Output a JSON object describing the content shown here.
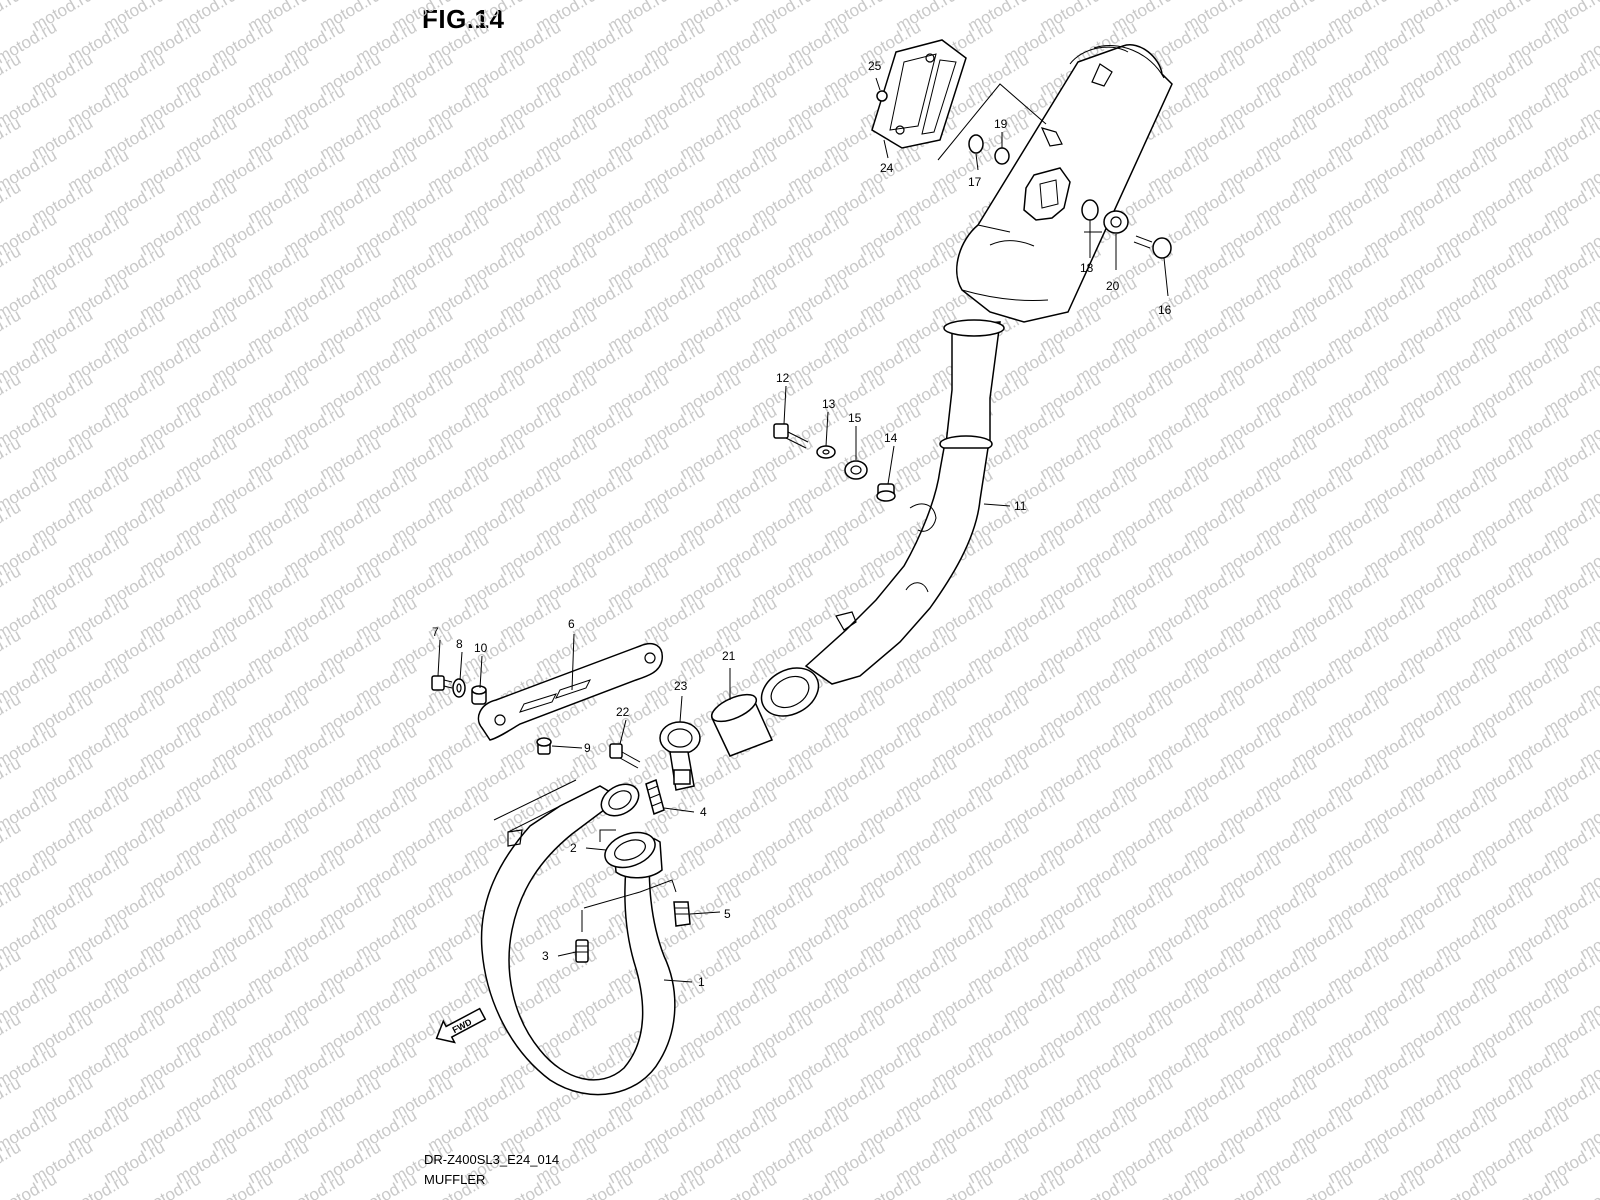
{
  "figure": {
    "title": "FIG.14",
    "code": "DR-Z400SL3_E24_014",
    "name": "MUFFLER"
  },
  "watermark": {
    "text": "motod.ru"
  },
  "direction_marker": {
    "label": "FWD",
    "icon": "fwd-arrow-icon"
  },
  "parts": [
    {
      "no": "1"
    },
    {
      "no": "2"
    },
    {
      "no": "3"
    },
    {
      "no": "4"
    },
    {
      "no": "5"
    },
    {
      "no": "6"
    },
    {
      "no": "7"
    },
    {
      "no": "8"
    },
    {
      "no": "9"
    },
    {
      "no": "10"
    },
    {
      "no": "11"
    },
    {
      "no": "12"
    },
    {
      "no": "13"
    },
    {
      "no": "14"
    },
    {
      "no": "15"
    },
    {
      "no": "16"
    },
    {
      "no": "17"
    },
    {
      "no": "18"
    },
    {
      "no": "19"
    },
    {
      "no": "20"
    },
    {
      "no": "21"
    },
    {
      "no": "22"
    },
    {
      "no": "23"
    },
    {
      "no": "24"
    },
    {
      "no": "25"
    }
  ]
}
